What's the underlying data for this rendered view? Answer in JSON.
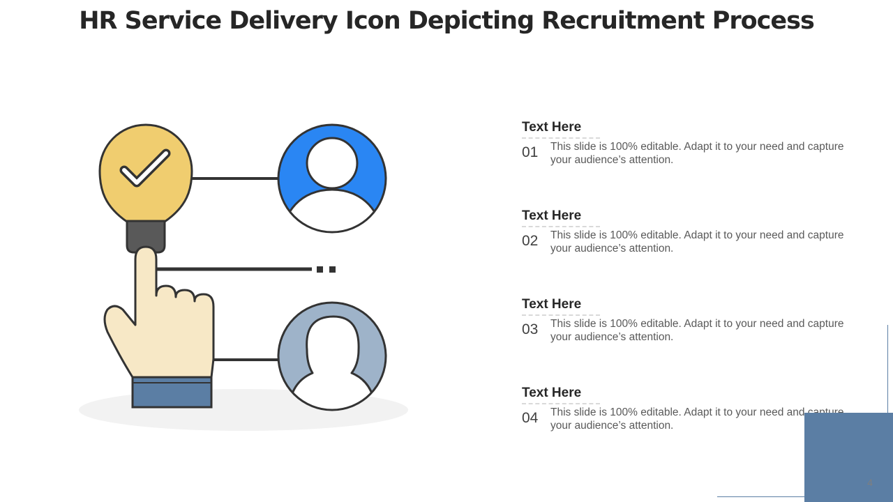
{
  "title": "HR Service Delivery Icon Depicting Recruitment Process",
  "illustration": {
    "icons": [
      "lightbulb-check-icon",
      "male-user-icon",
      "pointing-hand-icon",
      "female-user-icon"
    ],
    "colors": {
      "bulb": "#f0cd6f",
      "bulb_base": "#595959",
      "male_circle": "#2a86f3",
      "female_circle": "#9eb3c9",
      "hand": "#f7e8c6",
      "cuff": "#5b7ea4",
      "outline": "#333333",
      "shadow": "#f2f2f2"
    }
  },
  "items": [
    {
      "heading": "Text Here",
      "number": "01",
      "text": "This slide is 100% editable. Adapt it to your need and capture your audience’s attention."
    },
    {
      "heading": "Text Here",
      "number": "02",
      "text": "This slide is 100% editable. Adapt it to your need and capture your audience’s attention."
    },
    {
      "heading": "Text Here",
      "number": "03",
      "text": "This slide is 100% editable. Adapt it to your need and capture your audience’s attention."
    },
    {
      "heading": "Text Here",
      "number": "04",
      "text": "This slide is 100% editable. Adapt it to your need and capture your audience’s attention."
    }
  ],
  "page_number": "4",
  "accent_color": "#5b7ea4"
}
